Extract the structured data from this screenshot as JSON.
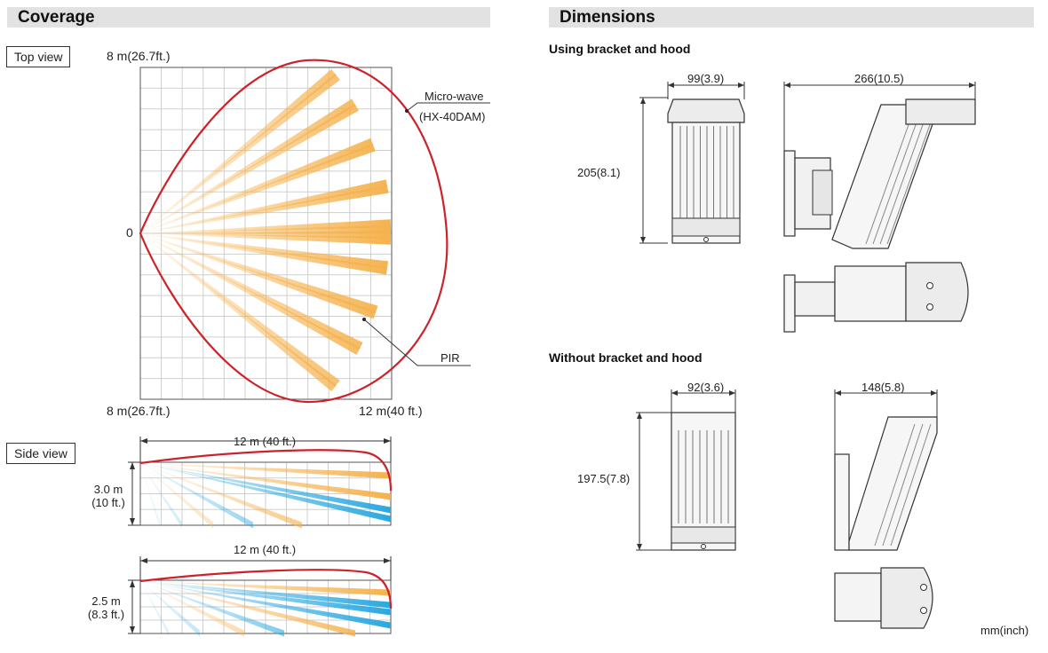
{
  "coverage": {
    "heading": "Coverage",
    "top_view": {
      "label": "Top view",
      "top_range": "8 m(26.7ft.)",
      "origin": "0",
      "bottom_range": "8 m(26.7ft.)",
      "length": "12 m(40 ft.)",
      "microwave_label": "Micro-wave",
      "microwave_model": "(HX-40DAM)",
      "pir_label": "PIR"
    },
    "side_view": {
      "label": "Side view",
      "diagram1": {
        "length": "12 m (40 ft.)",
        "height_m": "3.0 m",
        "height_ft": "(10 ft.)"
      },
      "diagram2": {
        "length": "12 m (40 ft.)",
        "height_m": "2.5 m",
        "height_ft": "(8.3 ft.)"
      }
    },
    "colors": {
      "microwave": "#cc2229",
      "pir_beam": "#f5b24e",
      "pir_beam_low": "#2aa8e0",
      "grid": "#cfcfcf"
    }
  },
  "dimensions": {
    "heading": "Dimensions",
    "with_bracket": {
      "title": "Using bracket and hood",
      "width": "99(3.9)",
      "height": "205(8.1)",
      "depth": "266(10.5)"
    },
    "without_bracket": {
      "title": "Without bracket and hood",
      "width": "92(3.6)",
      "height": "197.5(7.8)",
      "depth": "148(5.8)"
    },
    "units": "mm(inch)"
  }
}
